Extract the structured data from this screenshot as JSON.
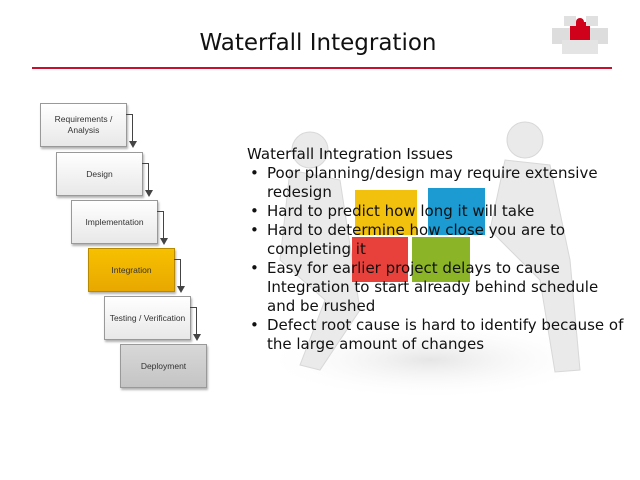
{
  "title": "Waterfall Integration",
  "colors": {
    "accent": "#c8102e",
    "highlight": "#f7c000"
  },
  "diagram": {
    "steps": [
      "Requirements / Analysis",
      "Design",
      "Implementation",
      "Integration",
      "Testing / Verification",
      "Deployment"
    ],
    "highlighted": "Integration"
  },
  "content": {
    "heading": "Waterfall Integration Issues",
    "bullets": [
      "Poor planning/design may require extensive redesign",
      "Hard to predict how long it will take",
      "Hard to determine how close you are to completing it",
      "Easy for earlier project delays to cause Integration to start already behind schedule and be rushed",
      "Defect root cause is hard to identify because of the large amount of changes"
    ]
  },
  "icons": {
    "logo": "puzzle-cube-icon",
    "background": "puzzle-figures-illustration"
  }
}
